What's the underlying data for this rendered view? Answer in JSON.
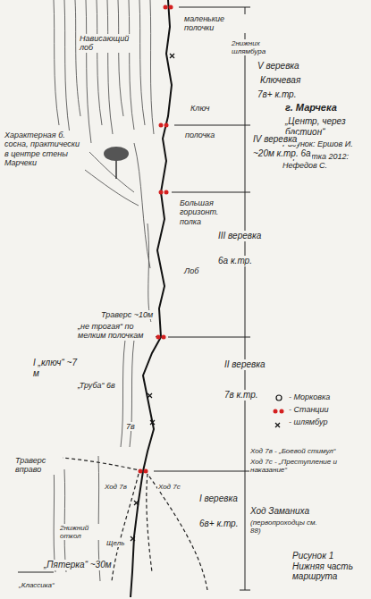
{
  "diagram": {
    "title": "г. Марчека",
    "labels": [
      "маленькие полочки",
      "2нижних шлямбура",
      "Нависающий лоб",
      "V веревка",
      "Ключевая",
      "7в+ к.тр.",
      "Ключ",
      "„Центр, через бастион“",
      "Рисунок: Ершов И.",
      "Обработка 2012: Нефедов С.",
      "полочка",
      "IV веревка",
      "~20м к.тр. 6а",
      "Характерная б. сосна, практически в центре стены Марчеки",
      "Большая горизонт. полка",
      "III веревка",
      "6а к.тр.",
      "Лоб",
      "Траверс ~10м",
      "„не трогая“ по мелким полочкам",
      "II веревка",
      "7в к.тр.",
      "I „ключ“ ~7 м",
      "„Труба“ 6в",
      "7в",
      "Ход 7в - „Боевой стимул“",
      "Ход 7с - „Преступление и наказание“",
      "Траверс вправо",
      "Ход 7в",
      "Ход 7с",
      "I веревка",
      "6в+ к.тр.",
      "Ход Заманиха",
      "(первопроходцы см. 88)",
      "2нижний откол",
      "Щель",
      "„Пятерка“ ~30м",
      "„Классика“",
      "Рисунок 1 Нижняя часть маршрута"
    ],
    "legend": [
      {
        "text": "- Морковка"
      },
      {
        "text": "- Станции"
      },
      {
        "text": "- шлямбур"
      }
    ]
  }
}
